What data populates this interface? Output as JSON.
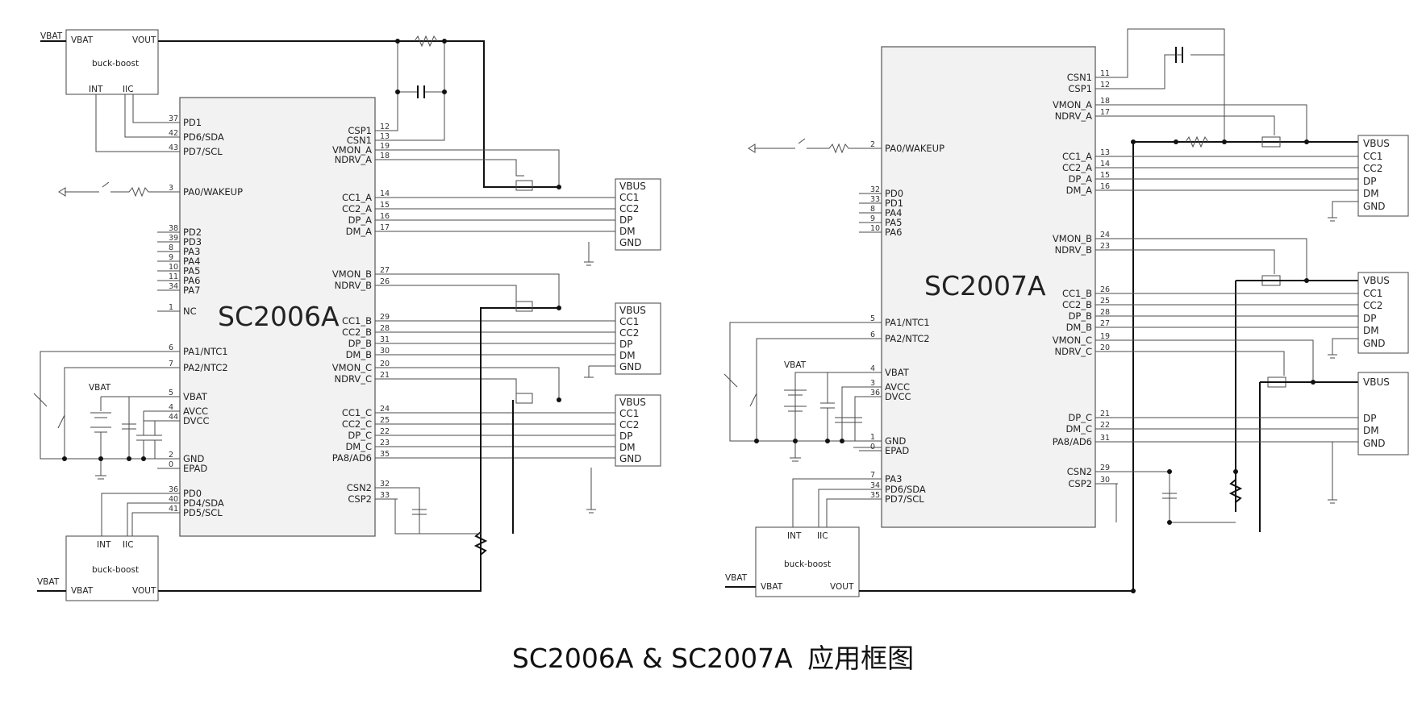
{
  "caption": {
    "main": "SC2006A & SC2007A",
    "sub": "应用框图"
  },
  "left": {
    "chip": "SC2006A",
    "buck_top": {
      "title": "buck-boost",
      "pins": [
        "VBAT",
        "VOUT",
        "INT",
        "IIC"
      ],
      "ext": "VBAT"
    },
    "buck_bottom": {
      "title": "buck-boost",
      "pins": [
        "INT",
        "IIC",
        "VBAT",
        "VOUT"
      ],
      "ext": "VBAT"
    },
    "left_pins": [
      {
        "n": "37",
        "name": "PD1"
      },
      {
        "n": "42",
        "name": "PD6/SDA"
      },
      {
        "n": "43",
        "name": "PD7/SCL"
      },
      {
        "n": "3",
        "name": "PA0/WAKEUP"
      },
      {
        "n": "38",
        "name": "PD2"
      },
      {
        "n": "39",
        "name": "PD3"
      },
      {
        "n": "8",
        "name": "PA3"
      },
      {
        "n": "9",
        "name": "PA4"
      },
      {
        "n": "10",
        "name": "PA5"
      },
      {
        "n": "11",
        "name": "PA6"
      },
      {
        "n": "34",
        "name": "PA7"
      },
      {
        "n": "1",
        "name": "NC"
      },
      {
        "n": "6",
        "name": "PA1/NTC1"
      },
      {
        "n": "7",
        "name": "PA2/NTC2"
      },
      {
        "n": "5",
        "name": "VBAT"
      },
      {
        "n": "4",
        "name": "AVCC"
      },
      {
        "n": "44",
        "name": "DVCC"
      },
      {
        "n": "2",
        "name": "GND"
      },
      {
        "n": "0",
        "name": "EPAD"
      },
      {
        "n": "36",
        "name": "PD0"
      },
      {
        "n": "40",
        "name": "PD4/SDA"
      },
      {
        "n": "41",
        "name": "PD5/SCL"
      }
    ],
    "right_pins": [
      {
        "n": "12",
        "name": "CSP1"
      },
      {
        "n": "13",
        "name": "CSN1"
      },
      {
        "n": "19",
        "name": "VMON_A"
      },
      {
        "n": "18",
        "name": "NDRV_A"
      },
      {
        "n": "14",
        "name": "CC1_A"
      },
      {
        "n": "15",
        "name": "CC2_A"
      },
      {
        "n": "16",
        "name": "DP_A"
      },
      {
        "n": "17",
        "name": "DM_A"
      },
      {
        "n": "27",
        "name": "VMON_B"
      },
      {
        "n": "26",
        "name": "NDRV_B"
      },
      {
        "n": "29",
        "name": "CC1_B"
      },
      {
        "n": "28",
        "name": "CC2_B"
      },
      {
        "n": "31",
        "name": "DP_B"
      },
      {
        "n": "30",
        "name": "DM_B"
      },
      {
        "n": "20",
        "name": "VMON_C"
      },
      {
        "n": "21",
        "name": "NDRV_C"
      },
      {
        "n": "24",
        "name": "CC1_C"
      },
      {
        "n": "25",
        "name": "CC2_C"
      },
      {
        "n": "22",
        "name": "DP_C"
      },
      {
        "n": "23",
        "name": "DM_C"
      },
      {
        "n": "35",
        "name": "PA8/AD6"
      },
      {
        "n": "32",
        "name": "CSN2"
      },
      {
        "n": "33",
        "name": "CSP2"
      }
    ],
    "battery_label": "VBAT",
    "ports": [
      [
        "VBUS",
        "CC1",
        "CC2",
        "DP",
        "DM",
        "GND"
      ],
      [
        "VBUS",
        "CC1",
        "CC2",
        "DP",
        "DM",
        "GND"
      ],
      [
        "VBUS",
        "CC1",
        "CC2",
        "DP",
        "DM",
        "GND"
      ]
    ]
  },
  "right": {
    "chip": "SC2007A",
    "buck": {
      "title": "buck-boost",
      "pins": [
        "INT",
        "IIC",
        "VBAT",
        "VOUT"
      ],
      "ext": "VBAT"
    },
    "left_pins": [
      {
        "n": "2",
        "name": "PA0/WAKEUP"
      },
      {
        "n": "32",
        "name": "PD0"
      },
      {
        "n": "33",
        "name": "PD1"
      },
      {
        "n": "8",
        "name": "PA4"
      },
      {
        "n": "9",
        "name": "PA5"
      },
      {
        "n": "10",
        "name": "PA6"
      },
      {
        "n": "5",
        "name": "PA1/NTC1"
      },
      {
        "n": "6",
        "name": "PA2/NTC2"
      },
      {
        "n": "4",
        "name": "VBAT"
      },
      {
        "n": "3",
        "name": "AVCC"
      },
      {
        "n": "36",
        "name": "DVCC"
      },
      {
        "n": "1",
        "name": "GND"
      },
      {
        "n": "0",
        "name": "EPAD"
      },
      {
        "n": "7",
        "name": "PA3"
      },
      {
        "n": "34",
        "name": "PD6/SDA"
      },
      {
        "n": "35",
        "name": "PD7/SCL"
      }
    ],
    "right_pins": [
      {
        "n": "11",
        "name": "CSN1"
      },
      {
        "n": "12",
        "name": "CSP1"
      },
      {
        "n": "18",
        "name": "VMON_A"
      },
      {
        "n": "17",
        "name": "NDRV_A"
      },
      {
        "n": "13",
        "name": "CC1_A"
      },
      {
        "n": "14",
        "name": "CC2_A"
      },
      {
        "n": "15",
        "name": "DP_A"
      },
      {
        "n": "16",
        "name": "DM_A"
      },
      {
        "n": "24",
        "name": "VMON_B"
      },
      {
        "n": "23",
        "name": "NDRV_B"
      },
      {
        "n": "26",
        "name": "CC1_B"
      },
      {
        "n": "25",
        "name": "CC2_B"
      },
      {
        "n": "28",
        "name": "DP_B"
      },
      {
        "n": "27",
        "name": "DM_B"
      },
      {
        "n": "19",
        "name": "VMON_C"
      },
      {
        "n": "20",
        "name": "NDRV_C"
      },
      {
        "n": "21",
        "name": "DP_C"
      },
      {
        "n": "22",
        "name": "DM_C"
      },
      {
        "n": "31",
        "name": "PA8/AD6"
      },
      {
        "n": "29",
        "name": "CSN2"
      },
      {
        "n": "30",
        "name": "CSP2"
      }
    ],
    "battery_label": "VBAT",
    "ports": [
      [
        "VBUS",
        "CC1",
        "CC2",
        "DP",
        "DM",
        "GND"
      ],
      [
        "VBUS",
        "CC1",
        "CC2",
        "DP",
        "DM",
        "GND"
      ],
      [
        "VBUS",
        "DP",
        "DM",
        "GND"
      ]
    ]
  }
}
